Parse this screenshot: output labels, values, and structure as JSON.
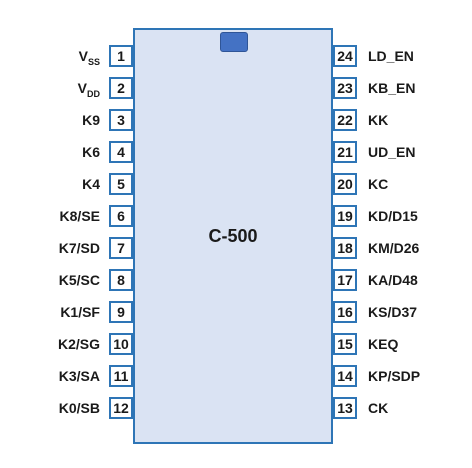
{
  "chip": {
    "name": "C-500"
  },
  "left_pins": [
    {
      "num": "1",
      "label": "V",
      "sub": "SS"
    },
    {
      "num": "2",
      "label": "V",
      "sub": "DD"
    },
    {
      "num": "3",
      "label": "K9"
    },
    {
      "num": "4",
      "label": "K6"
    },
    {
      "num": "5",
      "label": "K4"
    },
    {
      "num": "6",
      "label": "K8/SE"
    },
    {
      "num": "7",
      "label": "K7/SD"
    },
    {
      "num": "8",
      "label": "K5/SC"
    },
    {
      "num": "9",
      "label": "K1/SF"
    },
    {
      "num": "10",
      "label": "K2/SG"
    },
    {
      "num": "11",
      "label": "K3/SA"
    },
    {
      "num": "12",
      "label": "K0/SB"
    }
  ],
  "right_pins": [
    {
      "num": "24",
      "label": "LD_EN"
    },
    {
      "num": "23",
      "label": "KB_EN"
    },
    {
      "num": "22",
      "label": "KK"
    },
    {
      "num": "21",
      "label": "UD_EN"
    },
    {
      "num": "20",
      "label": "KC"
    },
    {
      "num": "19",
      "label": "KD/D15"
    },
    {
      "num": "18",
      "label": "KM/D26"
    },
    {
      "num": "17",
      "label": "KA/D48"
    },
    {
      "num": "16",
      "label": "KS/D37"
    },
    {
      "num": "15",
      "label": "KEQ"
    },
    {
      "num": "14",
      "label": "KP/SDP"
    },
    {
      "num": "13",
      "label": "CK"
    }
  ]
}
